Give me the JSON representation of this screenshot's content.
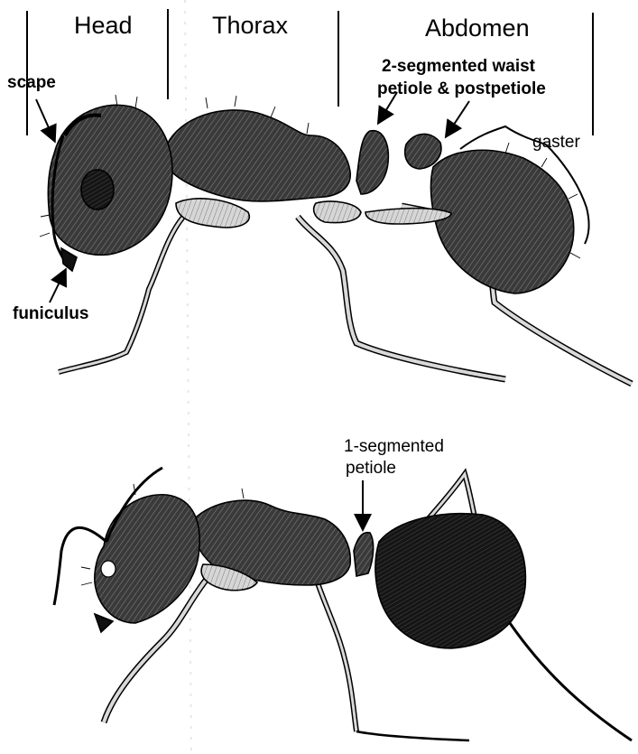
{
  "sections": {
    "head": "Head",
    "thorax": "Thorax",
    "abdomen": "Abdomen"
  },
  "top_ant": {
    "scape": "scape",
    "funiculus": "funiculus",
    "waist_line1": "2-segmented  waist",
    "waist_line2": "petiole & postpetiole",
    "gaster": "gaster"
  },
  "bottom_ant": {
    "petiole_line1": "1-segmented",
    "petiole_line2": "petiole"
  },
  "colors": {
    "ink": "#000000",
    "dark_fill": "#2a2a2a",
    "mid_fill": "#5a5a5a",
    "light_fill": "#bdbdbd",
    "background": "#ffffff"
  }
}
